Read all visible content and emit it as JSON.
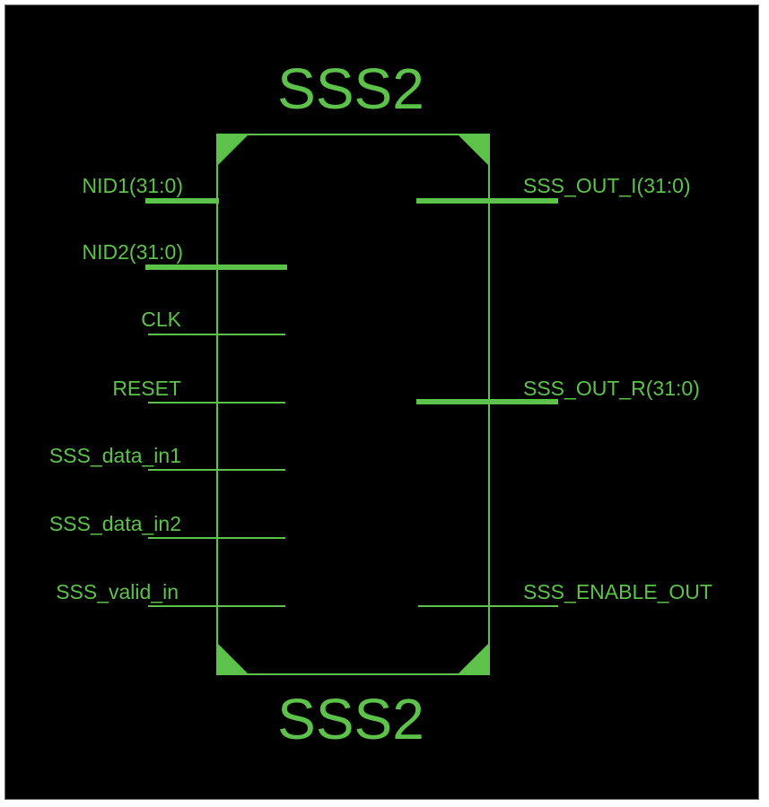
{
  "symbol": {
    "title_top": "SSS2",
    "title_bottom": "SSS2",
    "color": "#5cc24a",
    "inputs": [
      "NID1(31:0)",
      "NID2(31:0)",
      "CLK",
      "RESET",
      "SSS_data_in1",
      "SSS_data_in2",
      "SSS_valid_in"
    ],
    "outputs": [
      "SSS_OUT_I(31:0)",
      "SSS_OUT_R(31:0)",
      "SSS_ENABLE_OUT"
    ]
  }
}
